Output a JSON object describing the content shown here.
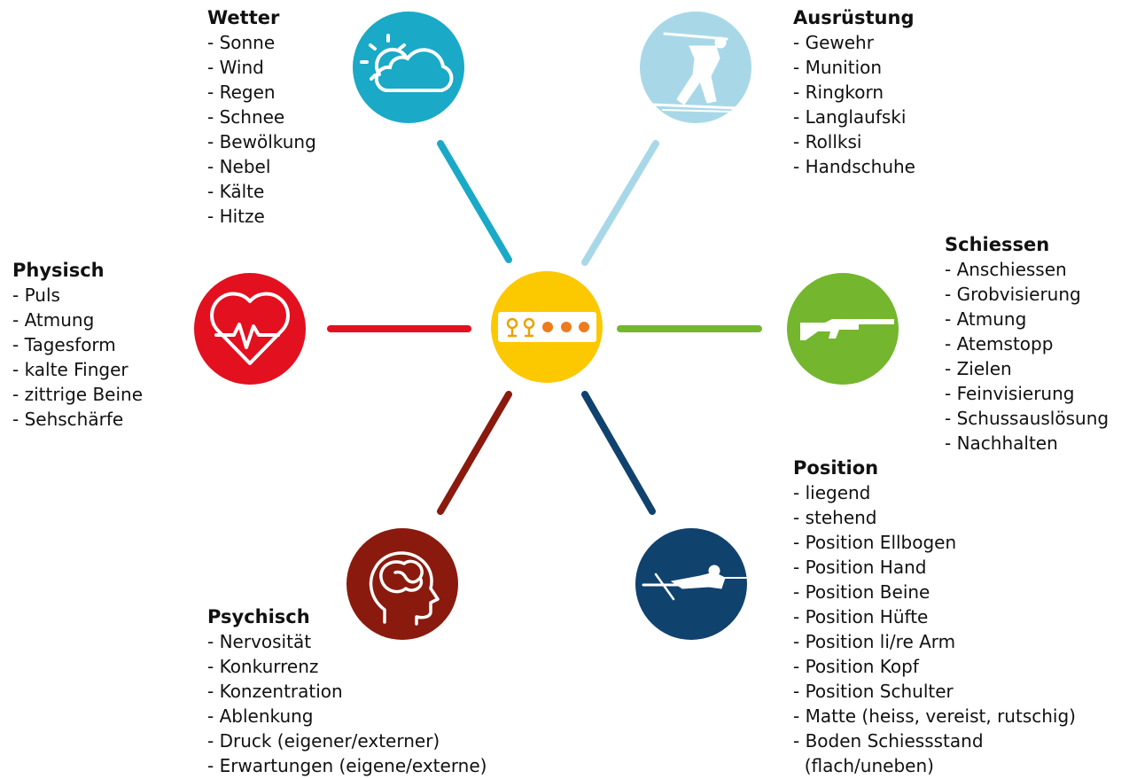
{
  "colors": {
    "wetter": "#1aa9c6",
    "ausruestung": "#a8d8e8",
    "schiessen": "#74b62e",
    "physisch": "#e3101f",
    "position": "#10426e",
    "psychisch": "#8a1a0e",
    "center": "#fcc800"
  },
  "icons": {
    "center": "target-icon",
    "wetter": "sun-cloud-icon",
    "ausruestung": "biathlete-skiing-icon",
    "schiessen": "rifle-icon",
    "physisch": "heart-pulse-icon",
    "position": "prone-biathlete-icon",
    "psychisch": "brain-head-icon"
  },
  "groups": {
    "wetter": {
      "title": "Wetter",
      "items": [
        "- Sonne",
        "- Wind",
        "- Regen",
        "- Schnee",
        "- Bewölkung",
        "- Nebel",
        "- Kälte",
        "- Hitze"
      ]
    },
    "ausruestung": {
      "title": "Ausrüstung",
      "items": [
        "- Gewehr",
        "- Munition",
        "- Ringkorn",
        "- Langlaufski",
        "- Rollksi",
        "- Handschuhe"
      ]
    },
    "schiessen": {
      "title": "Schiessen",
      "items": [
        "- Anschiessen",
        "- Grobvisierung",
        "- Atmung",
        "- Atemstopp",
        "- Zielen",
        "- Feinvisierung",
        "- Schussauslösung",
        "- Nachhalten"
      ]
    },
    "physisch": {
      "title": "Physisch",
      "items": [
        "- Puls",
        "- Atmung",
        "- Tagesform",
        "- kalte Finger",
        "- zittrige Beine",
        "- Sehschärfe"
      ]
    },
    "position": {
      "title": "Position",
      "items": [
        "- liegend",
        "- stehend",
        "- Position Ellbogen",
        "- Position Hand",
        "- Position Beine",
        "- Position Hüfte",
        "- Position li/re Arm",
        "- Position Kopf",
        "- Position Schulter",
        "- Matte (heiss, vereist, rutschig)",
        "- Boden Schiessstand",
        "  (flach/uneben)"
      ]
    },
    "psychisch": {
      "title": "Psychisch",
      "items": [
        "- Nervosität",
        "- Konkurrenz",
        "- Konzentration",
        "- Ablenkung",
        "- Druck (eigener/externer)",
        "- Erwartungen (eigene/externe)"
      ]
    }
  }
}
